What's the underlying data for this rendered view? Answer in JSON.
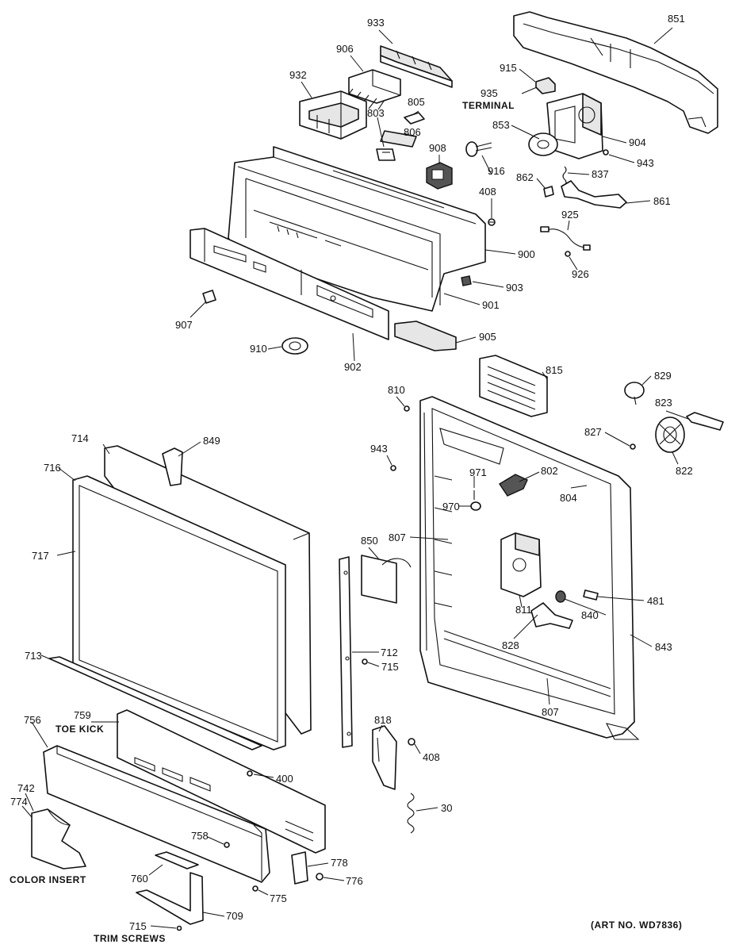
{
  "diagram": {
    "art_number": "(ART NO. WD7836)",
    "captions": {
      "terminal": "TERMINAL",
      "toe_kick": "TOE KICK",
      "color_insert": "COLOR INSERT",
      "trim_screws": "TRIM SCREWS"
    },
    "parts": {
      "p933": "933",
      "p851": "851",
      "p906": "906",
      "p932": "932",
      "p915": "915",
      "p935": "935",
      "p805": "805",
      "p803": "803",
      "p806": "806",
      "p853": "853",
      "p904": "904",
      "p908": "908",
      "p943a": "943",
      "p916": "916",
      "p862": "862",
      "p837": "837",
      "p408a": "408",
      "p861": "861",
      "p925": "925",
      "p900": "900",
      "p926": "926",
      "p903": "903",
      "p907": "907",
      "p901": "901",
      "p905": "905",
      "p910": "910",
      "p902": "902",
      "p815": "815",
      "p829": "829",
      "p810": "810",
      "p823": "823",
      "p827": "827",
      "p714": "714",
      "p849": "849",
      "p943b": "943",
      "p822": "822",
      "p716": "716",
      "p971": "971",
      "p802": "802",
      "p804": "804",
      "p970": "970",
      "p807a": "807",
      "p850": "850",
      "p717": "717",
      "p481": "481",
      "p811": "811",
      "p840": "840",
      "p828": "828",
      "p843": "843",
      "p712": "712",
      "p713": "713",
      "p715a": "715",
      "p807b": "807",
      "p756": "756",
      "p759": "759",
      "p818": "818",
      "p408b": "408",
      "p400": "400",
      "p742": "742",
      "p774": "774",
      "p30": "30",
      "p758": "758",
      "p778": "778",
      "p760": "760",
      "p776": "776",
      "p775": "775",
      "p709": "709",
      "p715b": "715"
    }
  }
}
